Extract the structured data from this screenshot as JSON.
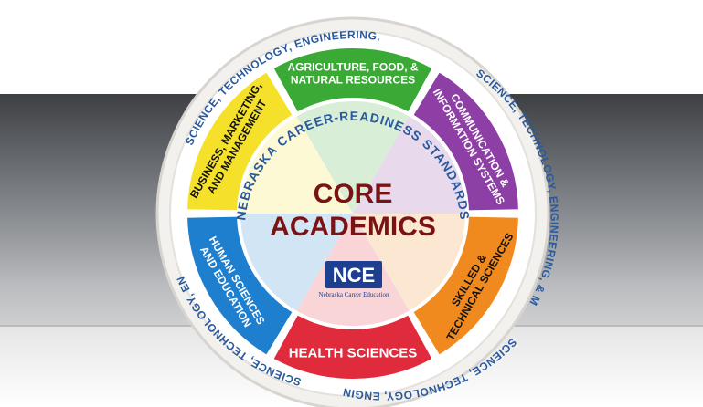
{
  "ring_text": {
    "top": "SCIENCE, TECHNOLOGY, ENGINEERING, & MATHEMATICS",
    "right": "SCIENCE, TECHNOLOGY, ENGINEERING, & MATHEMATICS",
    "bottom": "SCIENCE, TECHNOLOGY, ENGINEERING, & MATHEMATICS",
    "left": "SCIENCE, TECHNOLOGY, ENGINEERING, & MATHEMATICS"
  },
  "standards_arc": "NEBRASKA CAREER-READINESS STANDARDS",
  "core": {
    "line1": "CORE",
    "line2": "ACADEMICS"
  },
  "logo": {
    "initials": "NCE",
    "caption": "Nebraska Career Education"
  },
  "segments": [
    {
      "id": "agriculture",
      "lines": [
        "AGRICULTURE, FOOD, &",
        "NATURAL RESOURCES"
      ],
      "color": "#3aa935"
    },
    {
      "id": "communication",
      "lines": [
        "COMMUNICATION &",
        "INFORMATION SYSTEMS"
      ],
      "color": "#8e3fa6"
    },
    {
      "id": "skilled",
      "lines": [
        "SKILLED &",
        "TECHNICAL SCIENCES"
      ],
      "color": "#f08a1e"
    },
    {
      "id": "health",
      "lines": [
        "HEALTH SCIENCES"
      ],
      "color": "#e02b3c"
    },
    {
      "id": "human",
      "lines": [
        "HUMAN SCIENCES",
        "AND EDUCATION"
      ],
      "color": "#1f7fcf"
    },
    {
      "id": "business",
      "lines": [
        "BUSINESS, MARKETING,",
        "AND MANAGEMENT"
      ],
      "color": "#f6e12a"
    }
  ]
}
